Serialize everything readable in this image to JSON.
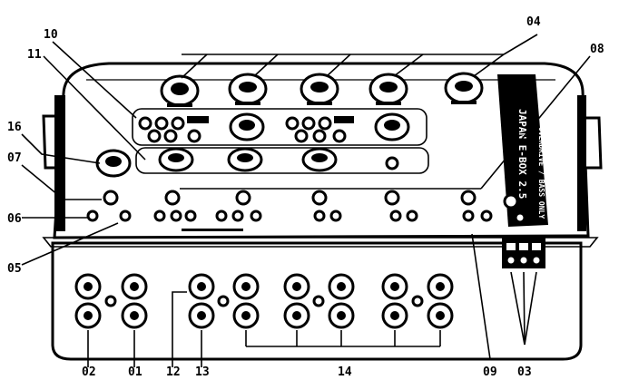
{
  "diagram": {
    "callouts": {
      "c01": "01",
      "c02": "02",
      "c03": "03",
      "c04": "04",
      "c05": "05",
      "c06": "06",
      "c07": "07",
      "c08": "08",
      "c09": "09",
      "c10": "10",
      "c11": "11",
      "c12": "12",
      "c13": "13",
      "c14": "14",
      "c16": "16"
    },
    "panel_brand": "JAPAN E-BOX 2.5",
    "panel_subtitle": "OVERDRIVE / BASS ONLY"
  }
}
